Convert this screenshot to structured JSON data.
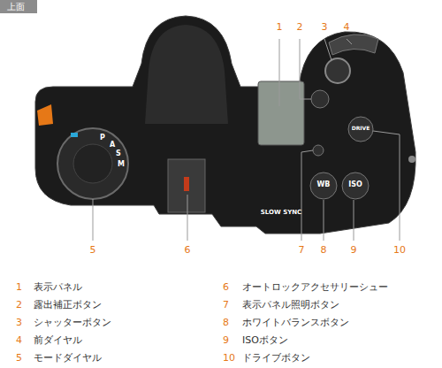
{
  "diagram": {
    "title": "上面",
    "labels": [
      "1",
      "2",
      "3",
      "4",
      "5",
      "6",
      "7",
      "8",
      "9",
      "10",
      "WB",
      "ISO",
      "DRIVE",
      "SLOW SYNC",
      "P",
      "A",
      "S",
      "M",
      "1",
      "表示パネル",
      "2",
      "露出補正ボタン",
      "3",
      "シャッターボタン",
      "4",
      "前ダイヤル",
      "5",
      "モードダイヤル",
      "6",
      "オートロックアクセサリーシュー",
      "7",
      "表示パネル照明ボタン",
      "8",
      "ホワイトバランスボタン",
      "9",
      "ISOボタン",
      "10",
      "ドライブボタン"
    ]
  }
}
